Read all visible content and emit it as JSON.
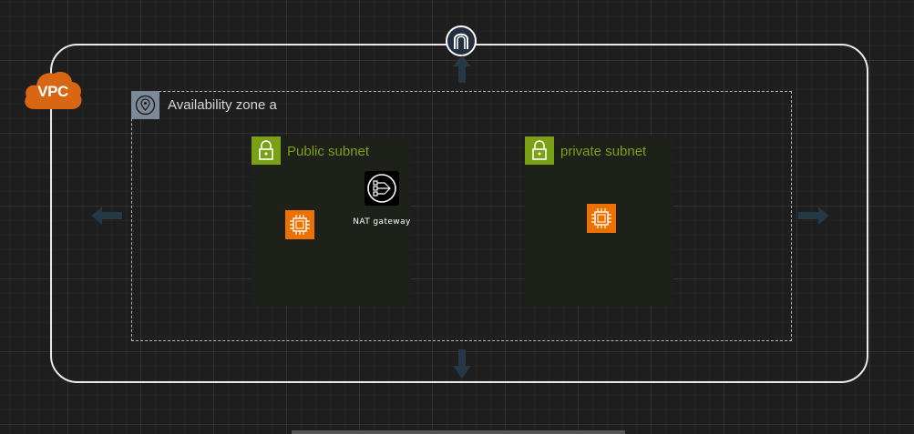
{
  "vpc": {
    "label": "VPC",
    "badge_icon": "vpc-cloud-icon",
    "color": "#d86613"
  },
  "internet_gateway": {
    "icon": "internet-gateway-icon"
  },
  "availability_zone": {
    "label": "Availability zone a",
    "icon": "location-pin-icon"
  },
  "public_subnet": {
    "label": "Public subnet",
    "icon": "lock-icon",
    "resources": [
      {
        "name": "EC2 instance",
        "icon": "ec2-chip-icon"
      },
      {
        "name": "NAT gateway",
        "label": "NAT gateway",
        "icon": "nat-gateway-icon"
      }
    ]
  },
  "private_subnet": {
    "label": "private subnet",
    "icon": "lock-icon",
    "resources": [
      {
        "name": "EC2 instance",
        "icon": "ec2-chip-icon"
      }
    ]
  },
  "colors": {
    "subnet_green": "#7aa116",
    "ec2_orange": "#ed7100",
    "az_gray": "#7d8998",
    "arrow": "#253846"
  }
}
